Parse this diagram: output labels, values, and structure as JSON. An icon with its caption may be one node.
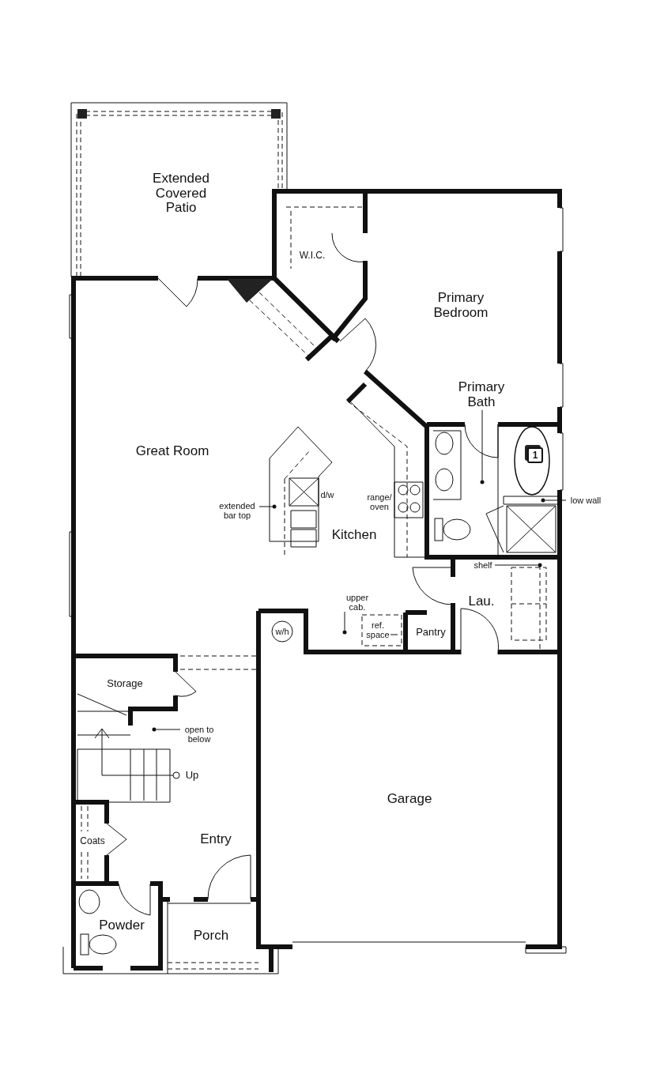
{
  "diagram": {
    "nodes": [
      {
        "text": [
          "Primary Bath"
        ]
      },
      {
        "text": [],
        "shape": "circle"
      },
      {
        "text": [
          "extended bar top"
        ]
      },
      {
        "text": [],
        "shape": "circle"
      },
      {
        "text": [
          "low wall"
        ]
      },
      {
        "text": [],
        "shape": "circle"
      },
      {
        "text": [
          "shelf"
        ]
      },
      {
        "text": [],
        "shape": "circle"
      },
      {
        "text": [
          "upper cab."
        ]
      },
      {
        "text": [],
        "shape": "circle"
      },
      {
        "text": [
          "ref. space"
        ]
      },
      {
        "text": [
          "open to below"
        ]
      },
      {
        "text": [],
        "shape": "circle"
      }
    ],
    "edges": [
      {
        "from": 0,
        "to": 1,
        "arrow": "none"
      },
      {
        "from": 2,
        "to": 3,
        "arrow": "none"
      },
      {
        "from": 4,
        "to": 5,
        "arrow": "none"
      },
      {
        "from": 6,
        "to": 7,
        "arrow": "none"
      },
      {
        "from": 8,
        "to": 9,
        "arrow": "none"
      },
      {
        "from": 10,
        "to": null,
        "arrow": "none"
      },
      {
        "from": 11,
        "to": 12,
        "arrow": "none"
      }
    ],
    "labels": [
      "Extended Covered Patio",
      "W.I.C.",
      "Primary Bedroom",
      "Great Room",
      "1",
      "d/w",
      "range/ oven",
      "Kitchen",
      "Lau.",
      "w/h",
      "Pantry",
      "Storage",
      "Up",
      "Garage",
      "Entry",
      "Coats",
      "Powder",
      "Porch"
    ]
  }
}
